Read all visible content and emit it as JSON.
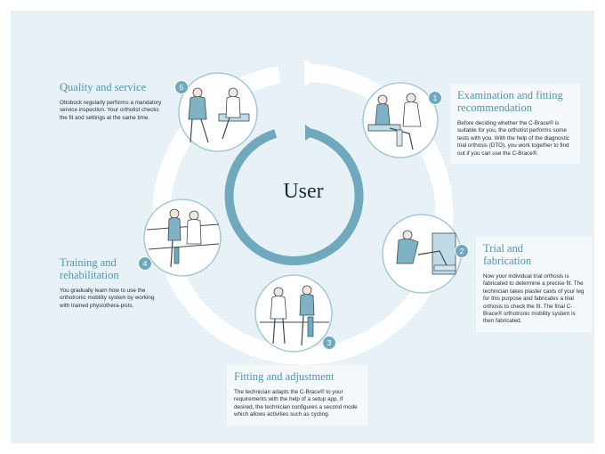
{
  "center": {
    "label": "User"
  },
  "steps": [
    {
      "number": "1",
      "title": "Examination and fitting recommendation",
      "description": "Before deciding whether the C-Brace® is suitable for you, the orthotist performs some tests with you. With the help of the diagnostic trial orthosis (DTO), you work together to find out if you can use the C-Brace®."
    },
    {
      "number": "2",
      "title": "Trial and fabrication",
      "description": "Now your individual trial orthosis is fabricated to determine a precise fit. The technician takes plaster casts of your leg for this purpose and fabricates a trial orthosis to check the fit. The final C-Brace® orthotronic mobility system is then fabricated."
    },
    {
      "number": "3",
      "title": "Fitting and adjustment",
      "description": "The technician adapts the C-Brace® to your requirements with the help of a setup app. If desired, the technician configures a second mode which allows activities such as cycling."
    },
    {
      "number": "4",
      "title": "Training and rehabilitation",
      "description": "You gradually learn how to use the orthotronic mobility system by working with trained physiothera-pists."
    },
    {
      "number": "5",
      "title": "Quality and service",
      "description": "Ottobock regularly performs a mandatory service inspection. Your orthotist checks the fit and settings at the same time."
    }
  ],
  "colors": {
    "accent": "#4f97ad",
    "ring": "#6fa9bd",
    "badge": "#6fa9bd",
    "background": "#e9f2f7"
  }
}
